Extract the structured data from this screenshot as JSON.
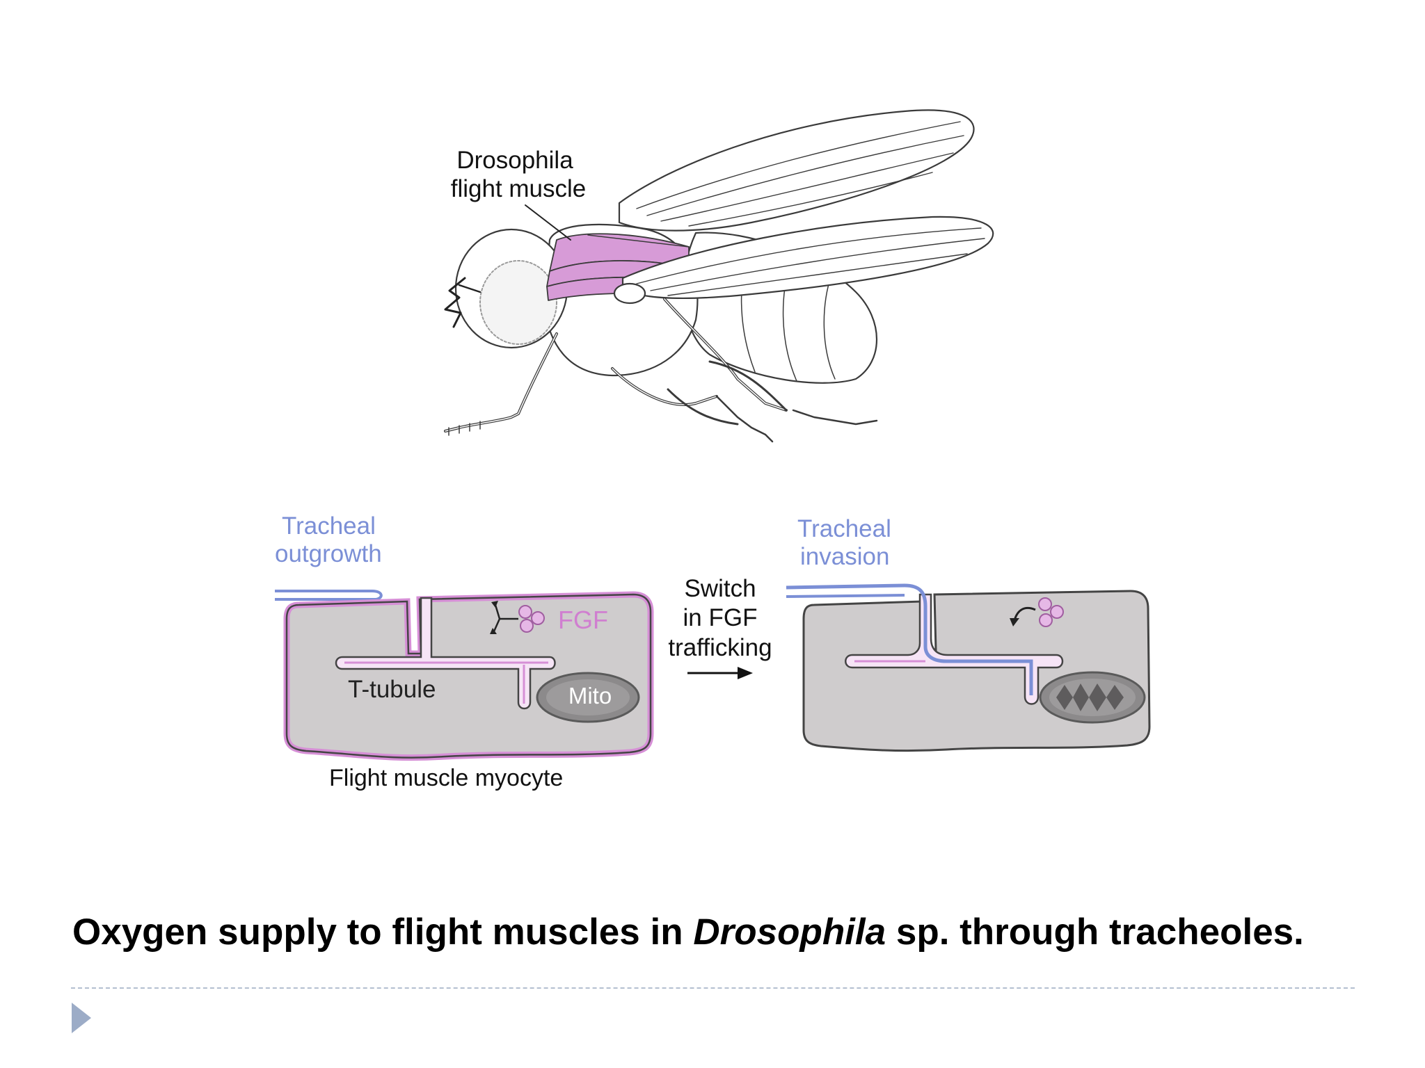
{
  "fly": {
    "label_line1": "Drosophila",
    "label_line2": "flight muscle"
  },
  "panel_left": {
    "tracheal_line1": "Tracheal",
    "tracheal_line2": "outgrowth",
    "fgf_label": "FGF",
    "ttubule_label": "T-tubule",
    "mito_label": "Mito",
    "myocyte_label": "Flight muscle myocyte"
  },
  "switch": {
    "line1": "Switch",
    "line2": "in FGF",
    "line3": "trafficking"
  },
  "panel_right": {
    "tracheal_line1": "Tracheal",
    "tracheal_line2": "invasion"
  },
  "caption": {
    "part1": "Oxygen supply to flight muscles in ",
    "italic": "Drosophila",
    "part2": " sp. through tracheoles."
  },
  "colors": {
    "trachea_blue": "#7b8fd6",
    "fgf_pink": "#d07fd0",
    "muscle_pink": "#d68fd6",
    "cell_gray": "#cfcccd",
    "bullet": "#9cacc7"
  }
}
